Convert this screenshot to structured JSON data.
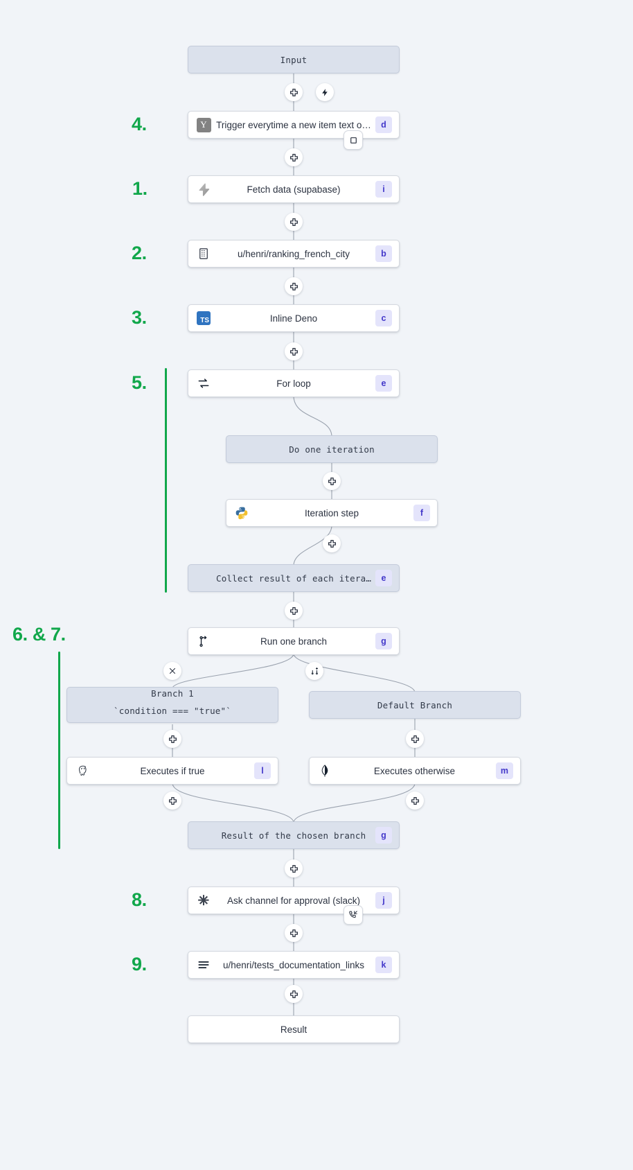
{
  "theme": {
    "background": "#f1f4f8",
    "accent_green": "#11a74b",
    "badge_bg": "#e4e4fb",
    "badge_text": "#4338ca",
    "virtual_node_bg": "#dbe1ec",
    "node_bg": "#ffffff"
  },
  "steps": [
    {
      "number": "4."
    },
    {
      "number": "1."
    },
    {
      "number": "2."
    },
    {
      "number": "3."
    },
    {
      "number": "5."
    },
    {
      "number": "6. & 7."
    },
    {
      "number": "8."
    },
    {
      "number": "9."
    }
  ],
  "nodes": {
    "input": {
      "label": "Input",
      "badge": "",
      "icon": ""
    },
    "trigger": {
      "label": "Trigger everytime a new item text o…",
      "badge": "d",
      "icon": "hackernews-y-icon"
    },
    "fetch_data": {
      "label": "Fetch data (supabase)",
      "badge": "i",
      "icon": "supabase-bolt-icon"
    },
    "ranking_script": {
      "label": "u/henri/ranking_french_city",
      "badge": "b",
      "icon": "building-icon"
    },
    "inline_deno": {
      "label": "Inline Deno",
      "badge": "c",
      "icon": "typescript-icon"
    },
    "for_loop": {
      "label": "For loop",
      "badge": "e",
      "icon": "loop-arrows-icon"
    },
    "do_one_iteration": {
      "label": "Do one iteration",
      "badge": "",
      "icon": ""
    },
    "iteration_step": {
      "label": "Iteration step",
      "badge": "f",
      "icon": "python-icon"
    },
    "collect_result": {
      "label": "Collect result of each iteration",
      "badge": "e",
      "icon": ""
    },
    "run_one_branch": {
      "label": "Run one branch",
      "badge": "g",
      "icon": "branch-fork-icon"
    },
    "branch_1": {
      "label_line1": "Branch 1",
      "label_line2": "`condition === \"true\"`",
      "badge": "",
      "icon": ""
    },
    "default_branch": {
      "label": "Default Branch",
      "badge": "",
      "icon": ""
    },
    "executes_if_true": {
      "label": "Executes if true",
      "badge": "l",
      "icon": "postgresql-icon"
    },
    "executes_otherwise": {
      "label": "Executes otherwise",
      "badge": "m",
      "icon": "mongodb-icon"
    },
    "chosen_result": {
      "label": "Result of the chosen branch",
      "badge": "g",
      "icon": ""
    },
    "slack_approval": {
      "label": "Ask channel for approval (slack)",
      "badge": "j",
      "icon": "slack-icon"
    },
    "tests_docs": {
      "label": "u/henri/tests_documentation_links",
      "badge": "k",
      "icon": "menu-lines-icon"
    },
    "result": {
      "label": "Result",
      "badge": "",
      "icon": ""
    }
  },
  "connectors": {
    "add_step": "plus-icon",
    "trigger_bolt": "bolt-icon",
    "approval_badge": "phone-incoming-icon",
    "suspend_badge": "stop-square-icon",
    "remove_branch": "close-x-icon",
    "add_branch": "add-branch-icon"
  }
}
